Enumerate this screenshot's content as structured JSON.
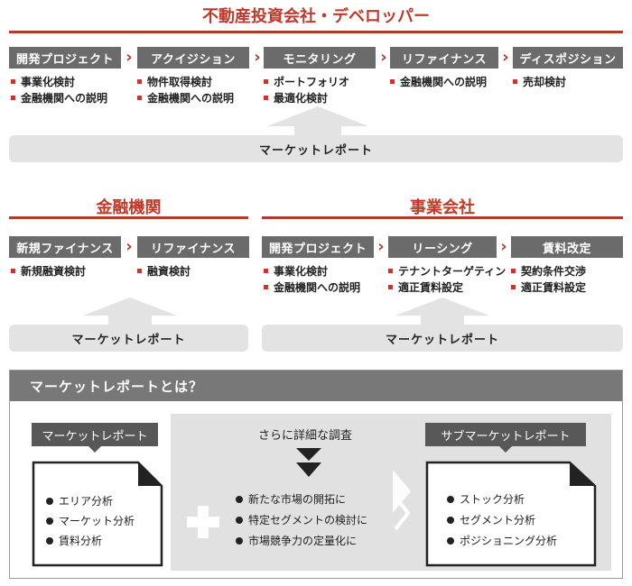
{
  "developer": {
    "title": "不動産投資会社・デベロッパー",
    "steps": [
      {
        "label": "開発プロジェクト",
        "bullets": [
          "事業化検討",
          "金融機関への説明"
        ]
      },
      {
        "label": "アクイジション",
        "bullets": [
          "物件取得検討",
          "金融機関への説明"
        ]
      },
      {
        "label": "モニタリング",
        "bullets": [
          "ポートフォリオ",
          "最適化検討"
        ]
      },
      {
        "label": "リファイナンス",
        "bullets": [
          "金融機関への説明"
        ]
      },
      {
        "label": "ディスポジション",
        "bullets": [
          "売却検討"
        ]
      }
    ],
    "report": "マーケットレポート"
  },
  "finance": {
    "title": "金融機関",
    "steps": [
      {
        "label": "新規ファイナンス",
        "bullets": [
          "新規融資検討"
        ]
      },
      {
        "label": "リファイナンス",
        "bullets": [
          "融資検討"
        ]
      }
    ],
    "report": "マーケットレポート"
  },
  "business": {
    "title": "事業会社",
    "steps": [
      {
        "label": "開発プロジェクト",
        "bullets": [
          "事業化検討",
          "金融機関への説明"
        ]
      },
      {
        "label": "リーシング",
        "bullets": [
          "テナントターゲティン",
          "適正賃料設定"
        ]
      },
      {
        "label": "賃料改定",
        "bullets": [
          "契約条件交渉",
          "適正賃料設定"
        ]
      }
    ],
    "report": "マーケットレポート"
  },
  "explain": {
    "heading": "マーケットレポートとは？",
    "left_label": "マーケットレポート",
    "left_items": [
      "エリア分析",
      "マーケット分析",
      "賃料分析"
    ],
    "middle_caption": "さらに詳細な調査",
    "middle_items": [
      "新たな市場の開拓に",
      "特定セグメントの検討に",
      "市場競争力の定量化に"
    ],
    "right_label": "サブマーケットレポート",
    "right_items": [
      "ストック分析",
      "セグメント分析",
      "ポジショニング分析"
    ]
  },
  "colors": {
    "accent": "#b03a2e",
    "step_bg": "#6b6b6b",
    "panel_gray": "#e1e1e1"
  }
}
